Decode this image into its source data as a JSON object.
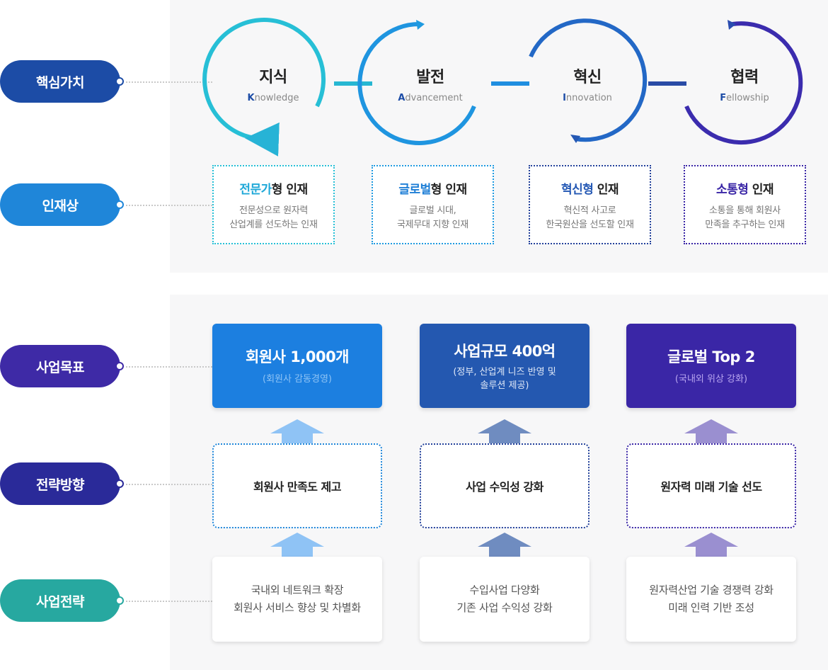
{
  "labels": {
    "core_values": "핵심가치",
    "talent": "인재상",
    "biz_goal": "사업목표",
    "strategy_direction": "전략방향",
    "biz_strategy": "사업전략"
  },
  "values": [
    {
      "title": "지식",
      "sub_first": "K",
      "sub_rest": "nowledge"
    },
    {
      "title": "발전",
      "sub_first": "A",
      "sub_rest": "dvancement"
    },
    {
      "title": "혁신",
      "sub_first": "I",
      "sub_rest": "nnovation"
    },
    {
      "title": "협력",
      "sub_first": "F",
      "sub_rest": "ellowship"
    }
  ],
  "talents": [
    {
      "highlight": "전문가",
      "suffix": "형 인재",
      "desc1": "전문성으로 원자력",
      "desc2": "산업계를 선도하는 인재"
    },
    {
      "highlight": "글로벌",
      "suffix": "형 인재",
      "desc1": "글로벌 시대,",
      "desc2": "국제무대 지향 인재"
    },
    {
      "highlight": "혁신형",
      "suffix": " 인재",
      "desc1": "혁신적 사고로",
      "desc2": "한국원산을 선도할 인재"
    },
    {
      "highlight": "소통형",
      "suffix": " 인재",
      "desc1": "소통을 통해 회원사",
      "desc2": "만족을 추구하는 인재"
    }
  ],
  "goals": [
    {
      "title": "회원사 1,000개",
      "sub1": "(회원사 감동경영)",
      "sub2": ""
    },
    {
      "title": "사업규모 400억",
      "sub1": "(정부, 산업계 니즈 반영 및",
      "sub2": "솔루션 제공)"
    },
    {
      "title": "글로벌 Top 2",
      "sub1": "(국내외 위상 강화)",
      "sub2": ""
    }
  ],
  "directions": [
    {
      "text": "회원사 만족도 제고"
    },
    {
      "text": "사업 수익성 강화"
    },
    {
      "text": "원자력 미래 기술 선도"
    }
  ],
  "strategies": [
    {
      "line1": "국내외 네트워크 확장",
      "line2": "회원사 서비스 향상 및 차별화"
    },
    {
      "line1": "수입사업 다양화",
      "line2": "기존 사업 수익성 강화"
    },
    {
      "line1": "원자력산업 기술 경쟁력 강화",
      "line2": "미래 인력 기반 조성"
    }
  ],
  "colors": {
    "pill_core": "#1c4ca6",
    "pill_talent": "#1f86d9",
    "pill_goal": "#3e2aa6",
    "pill_direction": "#2a2a99",
    "pill_strategy": "#27a8a0",
    "goal1": "#1c7fe0",
    "goal2": "#2458b0",
    "goal3": "#3a26a6"
  }
}
